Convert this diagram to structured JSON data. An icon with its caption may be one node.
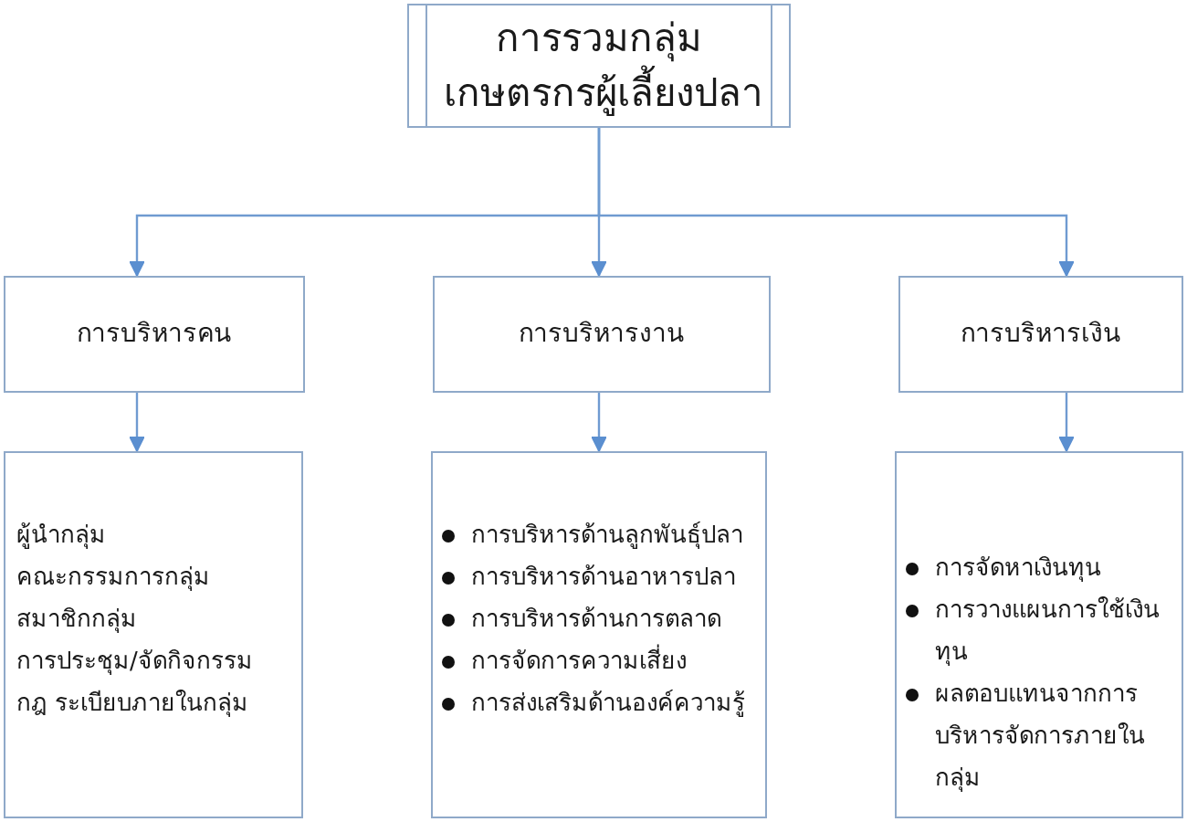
{
  "diagram": {
    "nodes": [
      {
        "text": [
          "การรวมกลุ่ม เกษตรกรผู้เลี้ยงปลา"
        ]
      },
      {
        "text": [
          "การบริหารคน"
        ]
      },
      {
        "text": [
          "การบริหารงาน"
        ]
      },
      {
        "text": [
          "การบริหารเงิน"
        ]
      },
      {
        "text": [
          "ผู้นำกลุ่ม",
          "คณะกรรมการกลุ่ม",
          "สมาชิกกลุ่ม",
          "การประชุม/จัดกิจกรรม",
          "กฎ ระเบียบภายในกลุ่ม"
        ]
      },
      {
        "text": [
          "การบริหารด้านลูกพันธุ์ปลา",
          "การบริหารด้านอาหารปลา",
          "การบริหารด้านการตลาด",
          "การจัดการความเสี่ยง",
          "การส่งเสริมด้านองค์ความรู้"
        ]
      },
      {
        "text": [
          "การจัดหาเงินทุน",
          "การวางแผนการใช้เงินทุน",
          "ผลตอบแทนจากการบริหารจัดการภายในกลุ่ม"
        ]
      }
    ],
    "edges": [
      {
        "from": 0,
        "to": 1,
        "arrow": "to"
      },
      {
        "from": 0,
        "to": 2,
        "arrow": "to"
      },
      {
        "from": 0,
        "to": 3,
        "arrow": "to"
      },
      {
        "from": 1,
        "to": 4,
        "arrow": "to"
      },
      {
        "from": 2,
        "to": 5,
        "arrow": "to"
      },
      {
        "from": 3,
        "to": 6,
        "arrow": "to"
      }
    ]
  }
}
